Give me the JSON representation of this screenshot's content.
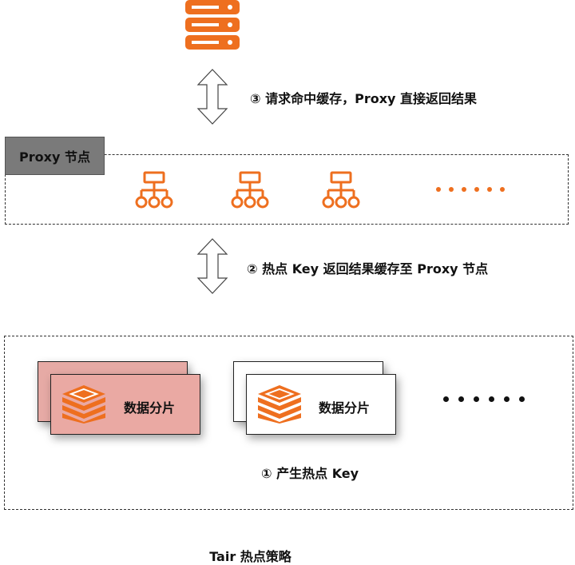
{
  "diagram": {
    "step1": "① 产生热点 Key",
    "step2": "② 热点 Key 返回结果缓存至 Proxy 节点",
    "step3": "③ 请求命中缓存，Proxy 直接返回结果",
    "proxy_label": "Proxy 节点",
    "shard_label": "数据分片",
    "caption": "Tair 热点策略"
  },
  "colors": {
    "accent": "#ee6f1f",
    "hot_shard": "#eaa9a3",
    "proxy_tag": "#7a7a7a"
  },
  "icons": {
    "client": "server-icon",
    "proxy_node": "proxy-node-icon",
    "shard": "cube-stack-icon",
    "arrow": "double-arrow-icon"
  }
}
